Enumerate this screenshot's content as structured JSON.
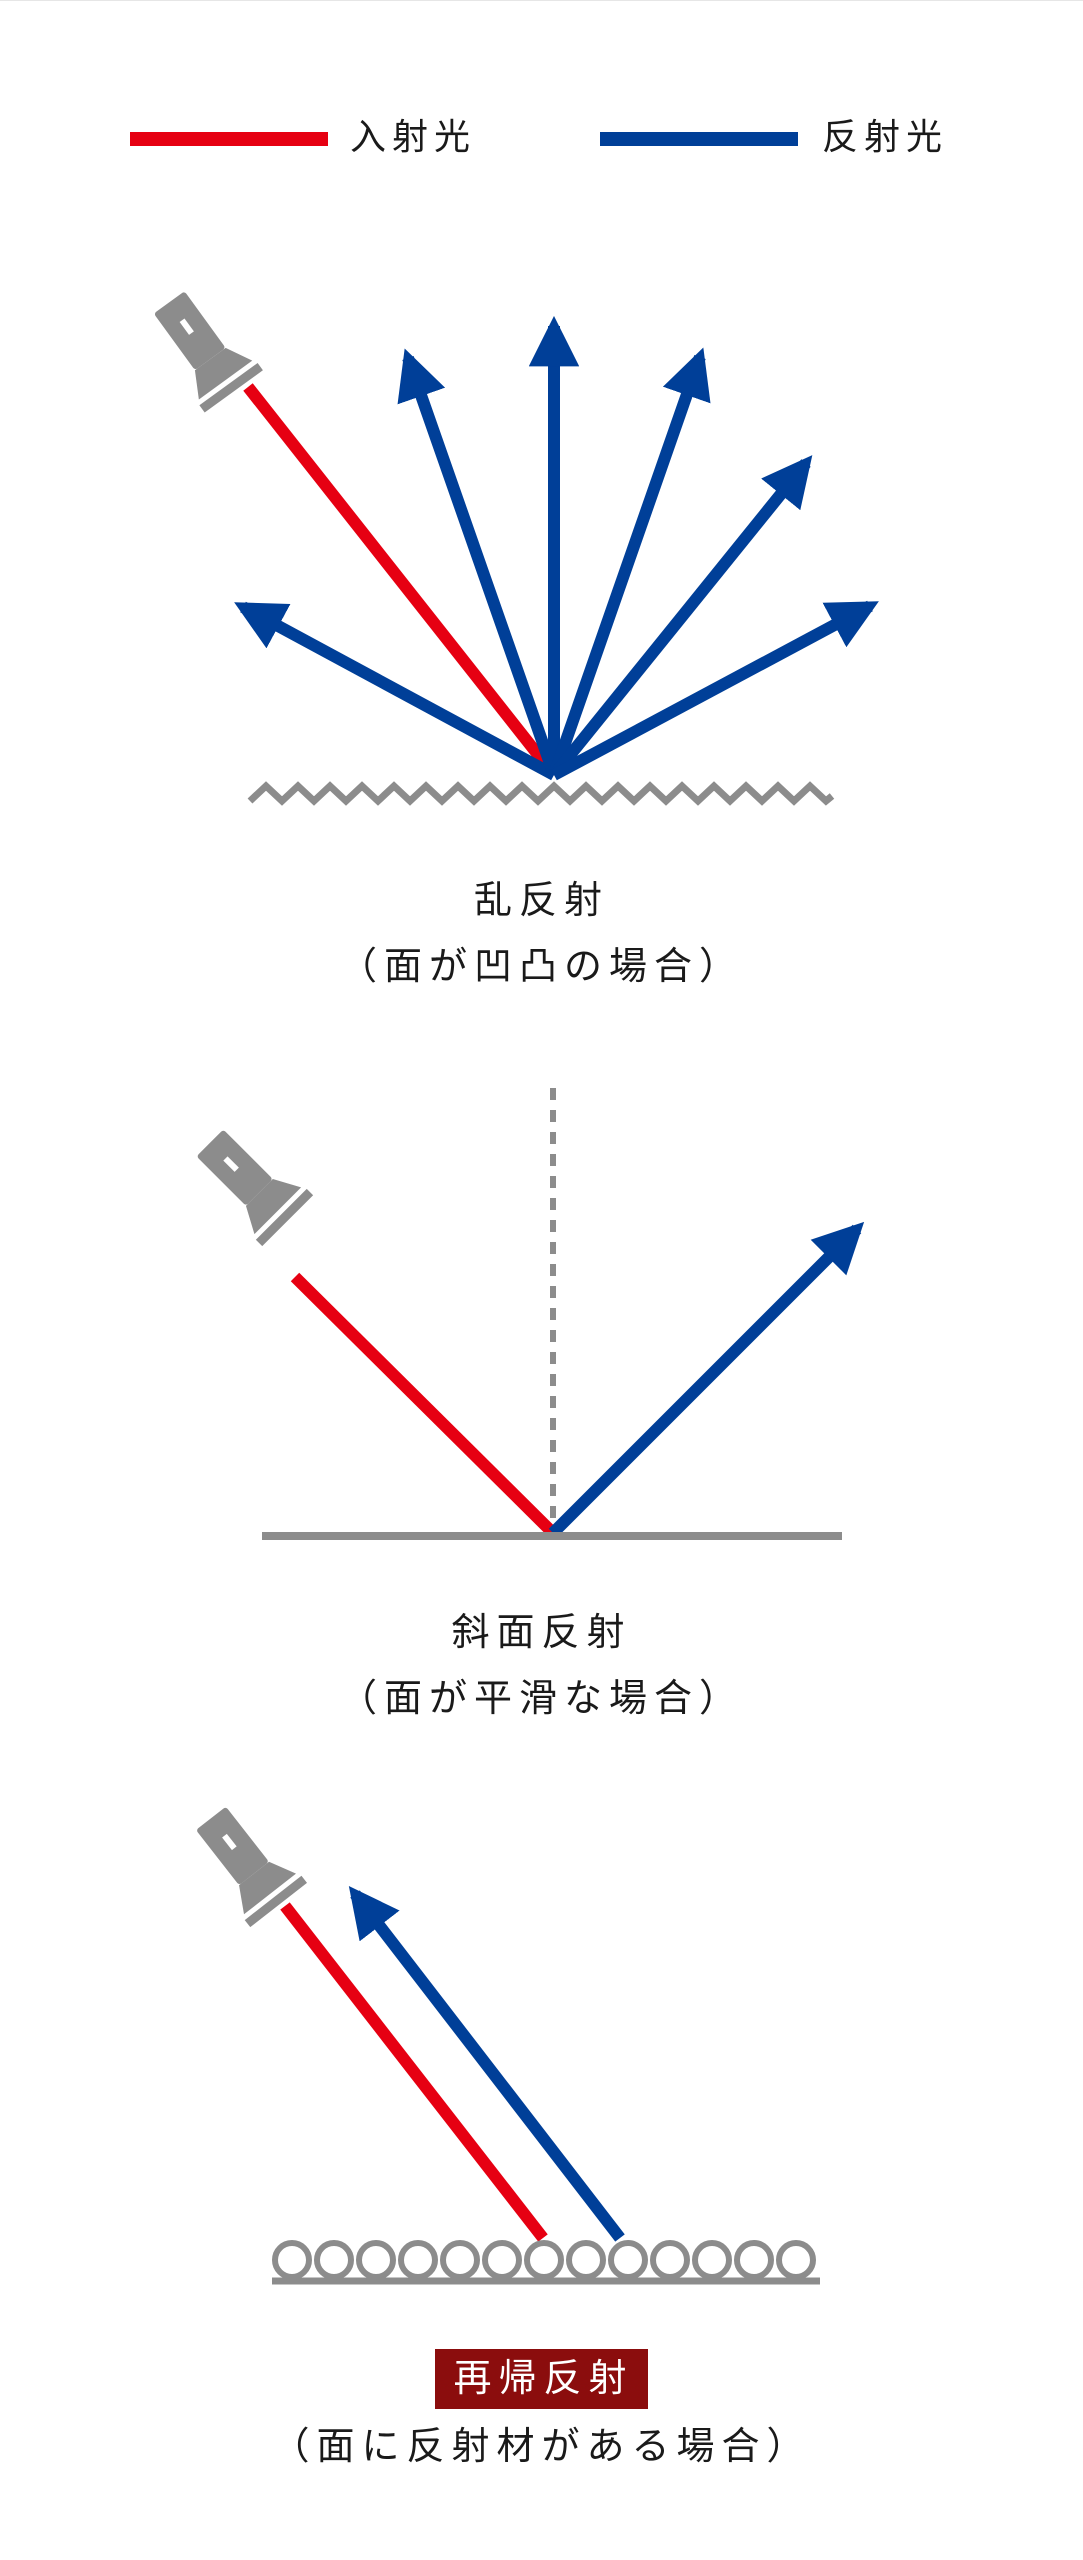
{
  "legend": {
    "incident": {
      "label": "入射光",
      "color": "#e60012"
    },
    "reflected": {
      "label": "反射光",
      "color": "#003f98"
    }
  },
  "colors": {
    "surface": "#8c8c8c",
    "flashlight": "#8c8c8c",
    "highlight_bg": "#8b0d0d"
  },
  "diffuse": {
    "title": "乱反射",
    "subtitle": "（面が凹凸の場合）"
  },
  "specular": {
    "title": "斜面反射",
    "subtitle": "（面が平滑な場合）"
  },
  "retro": {
    "title": "再帰反射",
    "subtitle": "（面に反射材がある場合）"
  }
}
